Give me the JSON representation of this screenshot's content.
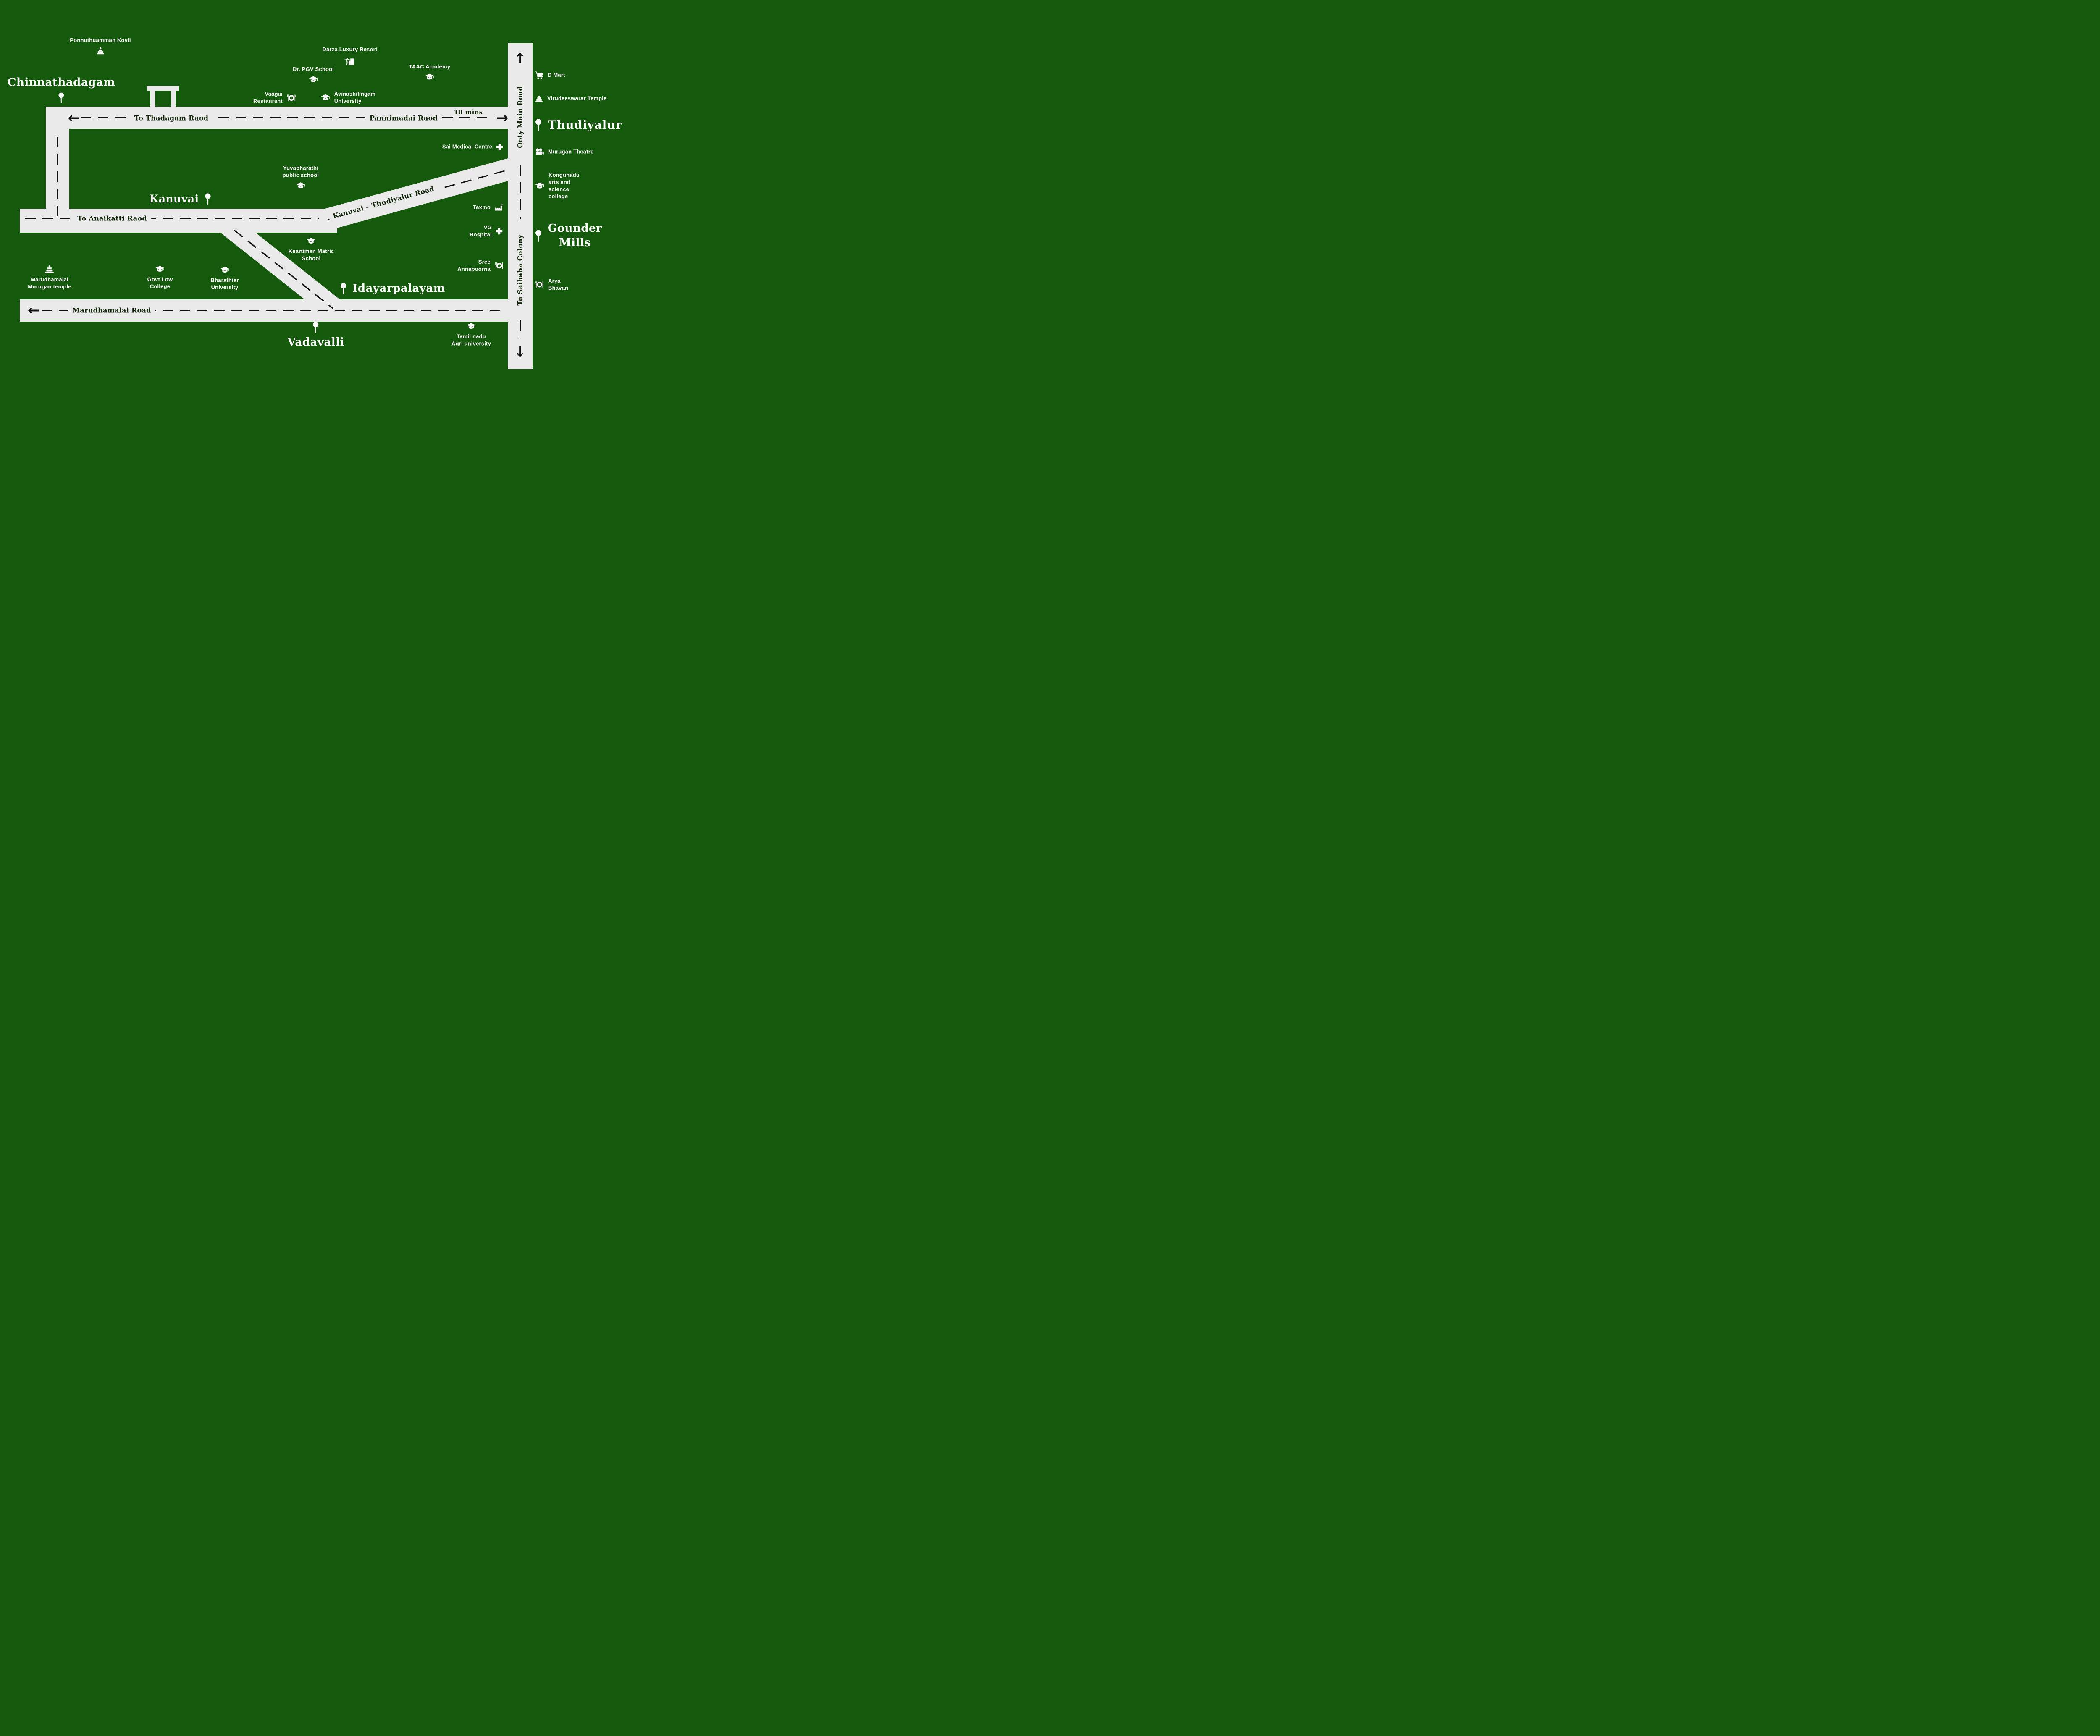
{
  "colors": {
    "background": "#155A0C",
    "road": "#EAEAEA",
    "dash": "#101010",
    "road_text": "#102408",
    "label": "#FFFFFF"
  },
  "icons": {
    "left": "←",
    "right": "→",
    "up": "↑",
    "down": "↓"
  },
  "towns": {
    "chinnathadagam": "Chinnathadagam",
    "kanuvai": "Kanuvai",
    "idayarpalayam": "Idayarpalayam",
    "vadavalli": "Vadavalli",
    "thudiyalur": "Thudiyalur",
    "gounder_mills": "Gounder\nMills"
  },
  "roads": {
    "to_thadagam": "To Thadagam Raod",
    "pannimadai": "Pannimadai Raod",
    "ten_mins": "10 mins",
    "to_anaikatti": "To Anaikatti Raod",
    "marudhamalai": "Marudhamalai Road",
    "kanuvai_thudiyalur": "Kanuvai – Thudiyalur Road",
    "ooty_main": "Ooty Main Road",
    "to_saibaba": "To Saibaba Colony"
  },
  "landmarks": {
    "ponnuthuamman": "Ponnuthuamman Kovil",
    "darza": "Darza Luxury Resort",
    "pgv": "Dr. PGV School",
    "taac": "TAAC Academy",
    "vaagai": "Vaagai\nRestaurant",
    "avinashilingam": "Avinashilingam\nUniversity",
    "sai_medical": "Sai Medical Centre",
    "yuvabharathi": "Yuvabharathi\npublic school",
    "texmo": "Texmo",
    "vg_hospital": "VG\nHospital",
    "keartiman": "Keartiman Matric\nSchool",
    "sree_annapoorna": "Sree\nAnnapoorna",
    "marudhamalai_temple": "Marudhamalai\nMurugan temple",
    "govt_law": "Govt Low\nCollege",
    "bharathiar": "Bharathiar\nUniversity",
    "tamilnadu_agri": "Tamil nadu\nAgri university",
    "dmart": "D Mart",
    "virudeeswarar": "Virudeeswarar Temple",
    "murugan_theatre": "Murugan Theatre",
    "kongunadu": "Kongunadu\narts and\nscience\ncollege",
    "arya_bhavan": "Arya\nBhavan"
  }
}
